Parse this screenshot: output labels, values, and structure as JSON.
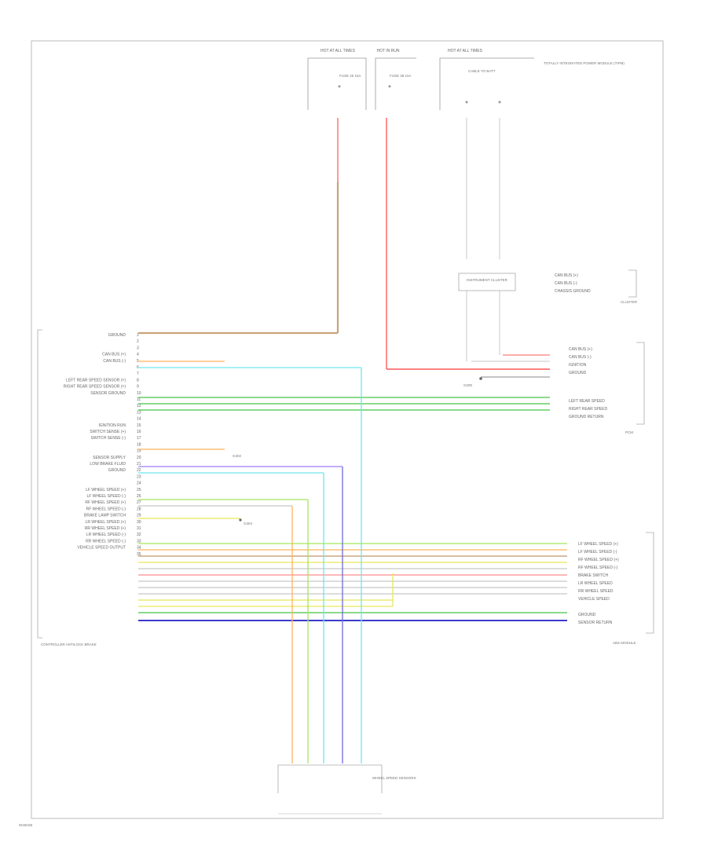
{
  "page": {
    "footer_code": "W4601B"
  },
  "top_sources": [
    {
      "label": "HOT AT ALL TIMES",
      "fuse": "FUSE 25 15A"
    },
    {
      "label": "HOT IN RUN",
      "fuse": "FUSE 38 10A"
    },
    {
      "label": "HOT AT ALL TIMES",
      "fuse": "CABLE TO BATT"
    }
  ],
  "tipm_label": "TOTALLY INTEGRATED POWER MODULE (TIPM)",
  "left_module": {
    "name": "CONTROLLER ANTILOCK BRAKE",
    "pin_labels": [
      "GROUND",
      "",
      "",
      "CAN BUS (+)",
      "CAN BUS (-)",
      "",
      "",
      "LEFT REAR SPEED SENSOR (+)",
      "RIGHT REAR SPEED SENSOR (+)",
      "SENSOR GROUND",
      "",
      "",
      "",
      "",
      "IGNITION RUN",
      "SWITCH SENSE (+)",
      "SWITCH SENSE (-)",
      "",
      "",
      "SENSOR SUPPLY",
      "LOW BRAKE FLUID",
      "GROUND",
      "",
      "",
      "LF WHEEL SPEED (+)",
      "LF WHEEL SPEED (-)",
      "RF WHEEL SPEED (+)",
      "RF WHEEL SPEED (-)",
      "BRAKE LAMP SWITCH",
      "LR WHEEL SPEED (+)",
      "RR WHEEL SPEED (+)",
      "LR WHEEL SPEED (-)",
      "RR WHEEL SPEED (-)",
      "VEHICLE SPEED OUTPUT",
      ""
    ]
  },
  "right_connectors": [
    {
      "name": "PCM",
      "pins": [
        "CAN BUS (+)",
        "CAN BUS (-)",
        "IGNITION",
        "GROUND",
        "",
        "LEFT REAR SPEED",
        "RIGHT REAR SPEED",
        "GROUND RETURN"
      ]
    },
    {
      "name": "ABS MODULE",
      "pins": [
        "LF WHEEL SPEED (+)",
        "LF WHEEL SPEED (-)",
        "RF WHEEL SPEED (+)",
        "RF WHEEL SPEED (-)",
        "BRAKE SWITCH",
        "LR WHEEL SPEED",
        "RR WHEEL SPEED",
        "VEHICLE SPEED",
        "",
        "GROUND",
        "SENSOR RETURN"
      ]
    }
  ],
  "cluster": {
    "name": "CLUSTER",
    "label": "INSTRUMENT CLUSTER",
    "pins": [
      "CAN BUS (+)",
      "CAN BUS (-)",
      "CHASSIS GROUND"
    ]
  },
  "bottom_sensors_label": "WHEEL SPEED SENSORS",
  "ground_labels": [
    "G200",
    "G302",
    "G304"
  ],
  "wire_colors": {
    "tan": "#c8a478",
    "red": "#ff5a5a",
    "pink": "#ff8c8c",
    "cyan": "#6ee6ef",
    "green": "#43c443",
    "lightgreen": "#a4e65a",
    "blue": "#6c6cd8",
    "purple": "#9f7cff",
    "orange": "#ffb25a",
    "yellow": "#e6e65a",
    "gray": "#c8c8c8",
    "darkblue": "#3a3acc",
    "brown": "#c0946a"
  }
}
